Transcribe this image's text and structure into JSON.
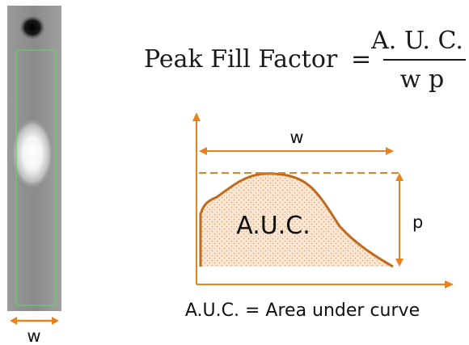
{
  "microscopy": {
    "width_label": "w"
  },
  "formula": {
    "lhs": "Peak Fill Factor",
    "equals": "=",
    "numerator": "A. U. C.",
    "denominator": "w p"
  },
  "diagram": {
    "width_label": "w",
    "height_label": "p",
    "area_label": "A.U.C.",
    "caption": "A.U.C. = Area under curve"
  },
  "colors": {
    "accent": "#e8821e",
    "curve": "#c06a1e",
    "area_fill": "#f6dcc0",
    "roi_box": "#5fd35f"
  }
}
